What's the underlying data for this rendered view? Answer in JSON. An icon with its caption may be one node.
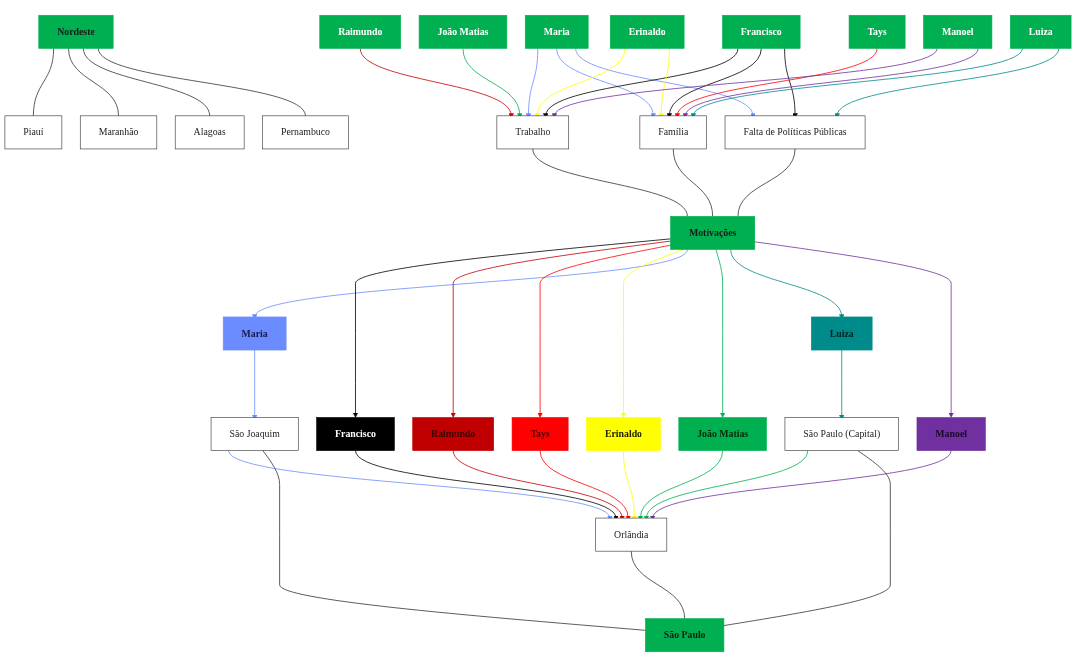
{
  "diagram": {
    "nodes": [
      {
        "text": [
          "Nordeste"
        ]
      },
      {
        "text": [
          "Piauí"
        ]
      },
      {
        "text": [
          "Maranhão"
        ]
      },
      {
        "text": [
          "Alagoas"
        ]
      },
      {
        "text": [
          "Pernambuco"
        ]
      },
      {
        "text": [
          "Maria"
        ]
      },
      {
        "text": [
          "Francisco"
        ]
      },
      {
        "text": [
          "Raimundo"
        ]
      },
      {
        "text": [
          "Tays"
        ]
      },
      {
        "text": [
          "Erinaldo"
        ]
      },
      {
        "text": [
          "João Matias"
        ]
      },
      {
        "text": [
          "Luiza"
        ]
      },
      {
        "text": [
          "Manoel"
        ]
      },
      {
        "text": [
          "Trabalho"
        ]
      },
      {
        "text": [
          "Família"
        ]
      },
      {
        "text": [
          "Falta de Políticas Públicas"
        ]
      },
      {
        "text": [
          "Motivações"
        ]
      },
      {
        "text": [
          "Maria"
        ]
      },
      {
        "text": [
          "Francisco"
        ]
      },
      {
        "text": [
          "Raimundo"
        ]
      },
      {
        "text": [
          "Tays"
        ]
      },
      {
        "text": [
          "Erinaldo"
        ]
      },
      {
        "text": [
          "João Matias"
        ]
      },
      {
        "text": [
          "Luiza"
        ]
      },
      {
        "text": [
          "Manoel"
        ]
      },
      {
        "text": [
          "São Joaquim"
        ]
      },
      {
        "text": [
          "Orlândia"
        ]
      },
      {
        "text": [
          "São Paulo (Capital)"
        ]
      },
      {
        "text": [
          "São Paulo"
        ]
      }
    ],
    "edges": [
      {
        "from": 0,
        "to": 1,
        "arrow": "none"
      },
      {
        "from": 0,
        "to": 2,
        "arrow": "none"
      },
      {
        "from": 0,
        "to": 3,
        "arrow": "none"
      },
      {
        "from": 0,
        "to": 4,
        "arrow": "none"
      },
      {
        "from": 5,
        "to": 13,
        "arrow": "to",
        "color": "#6b8cff"
      },
      {
        "from": 5,
        "to": 14,
        "arrow": "to",
        "color": "#6b8cff"
      },
      {
        "from": 5,
        "to": 15,
        "arrow": "to",
        "color": "#6b8cff"
      },
      {
        "from": 6,
        "to": 13,
        "arrow": "to",
        "color": "#000000"
      },
      {
        "from": 6,
        "to": 14,
        "arrow": "to",
        "color": "#000000"
      },
      {
        "from": 6,
        "to": 15,
        "arrow": "to",
        "color": "#000000"
      },
      {
        "from": 7,
        "to": 13,
        "arrow": "to",
        "color": "#c00000"
      },
      {
        "from": 8,
        "to": 14,
        "arrow": "to",
        "color": "#ff0000"
      },
      {
        "from": 9,
        "to": 13,
        "arrow": "to",
        "color": "#ffff00"
      },
      {
        "from": 9,
        "to": 14,
        "arrow": "to",
        "color": "#ffff00"
      },
      {
        "from": 10,
        "to": 13,
        "arrow": "to",
        "color": "#00b050"
      },
      {
        "from": 11,
        "to": 14,
        "arrow": "to",
        "color": "#008b8b"
      },
      {
        "from": 11,
        "to": 15,
        "arrow": "to",
        "color": "#008b8b"
      },
      {
        "from": 12,
        "to": 13,
        "arrow": "to",
        "color": "#7030a0"
      },
      {
        "from": 12,
        "to": 14,
        "arrow": "to",
        "color": "#7030a0"
      },
      {
        "from": 13,
        "to": 16,
        "arrow": "none"
      },
      {
        "from": 14,
        "to": 16,
        "arrow": "none"
      },
      {
        "from": 15,
        "to": 16,
        "arrow": "none"
      },
      {
        "from": 16,
        "to": 17,
        "arrow": "to",
        "color": "#6b8cff"
      },
      {
        "from": 16,
        "to": 18,
        "arrow": "to",
        "color": "#000000"
      },
      {
        "from": 16,
        "to": 19,
        "arrow": "to",
        "color": "#c00000"
      },
      {
        "from": 16,
        "to": 20,
        "arrow": "to",
        "color": "#ff0000"
      },
      {
        "from": 16,
        "to": 21,
        "arrow": "to",
        "color": "#ffff00"
      },
      {
        "from": 16,
        "to": 22,
        "arrow": "to",
        "color": "#00b050"
      },
      {
        "from": 16,
        "to": 23,
        "arrow": "to",
        "color": "#008b8b"
      },
      {
        "from": 16,
        "to": 24,
        "arrow": "to",
        "color": "#7030a0"
      },
      {
        "from": 17,
        "to": 25,
        "arrow": "to",
        "color": "#6b8cff"
      },
      {
        "from": 25,
        "to": 26,
        "arrow": "to",
        "color": "#6b8cff"
      },
      {
        "from": 18,
        "to": 26,
        "arrow": "to",
        "color": "#000000"
      },
      {
        "from": 19,
        "to": 26,
        "arrow": "to",
        "color": "#c00000"
      },
      {
        "from": 20,
        "to": 26,
        "arrow": "to",
        "color": "#ff0000"
      },
      {
        "from": 21,
        "to": 26,
        "arrow": "to",
        "color": "#ffff00"
      },
      {
        "from": 22,
        "to": 26,
        "arrow": "to",
        "color": "#00b050"
      },
      {
        "from": 27,
        "to": 26,
        "arrow": "to",
        "color": "#00b050"
      },
      {
        "from": 24,
        "to": 26,
        "arrow": "to",
        "color": "#7030a0"
      },
      {
        "from": 23,
        "to": 27,
        "arrow": "to",
        "color": "#008b8b"
      },
      {
        "from": 25,
        "to": 28,
        "arrow": "none"
      },
      {
        "from": 26,
        "to": 28,
        "arrow": "none"
      },
      {
        "from": 27,
        "to": 28,
        "arrow": "none"
      }
    ]
  }
}
